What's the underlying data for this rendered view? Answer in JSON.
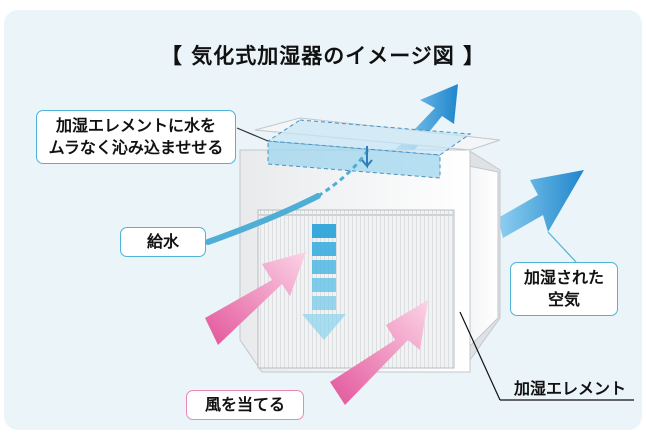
{
  "title": "【 気化式加湿器のイメージ図 】",
  "labels": {
    "top_callout_line1": "加湿エレメントに水を",
    "top_callout_line2": "ムラなく沁み込ませせる",
    "water_supply": "給水",
    "humidified_air_line1": "加湿された",
    "humidified_air_line2": "空気",
    "element": "加湿エレメント",
    "wind": "風を当てる"
  },
  "colors": {
    "panel_background": "#eaf4f9",
    "outflow_arrow": "#2b8fd0",
    "inflow_arrow": "#e86aa6",
    "callout_border": "#4fb3d6",
    "pink_callout_border": "#e889b8",
    "water": "#5cc0df"
  },
  "icons": [
    "outflow-arrow",
    "inflow-arrow",
    "water-flow-arrow",
    "water-tube"
  ]
}
